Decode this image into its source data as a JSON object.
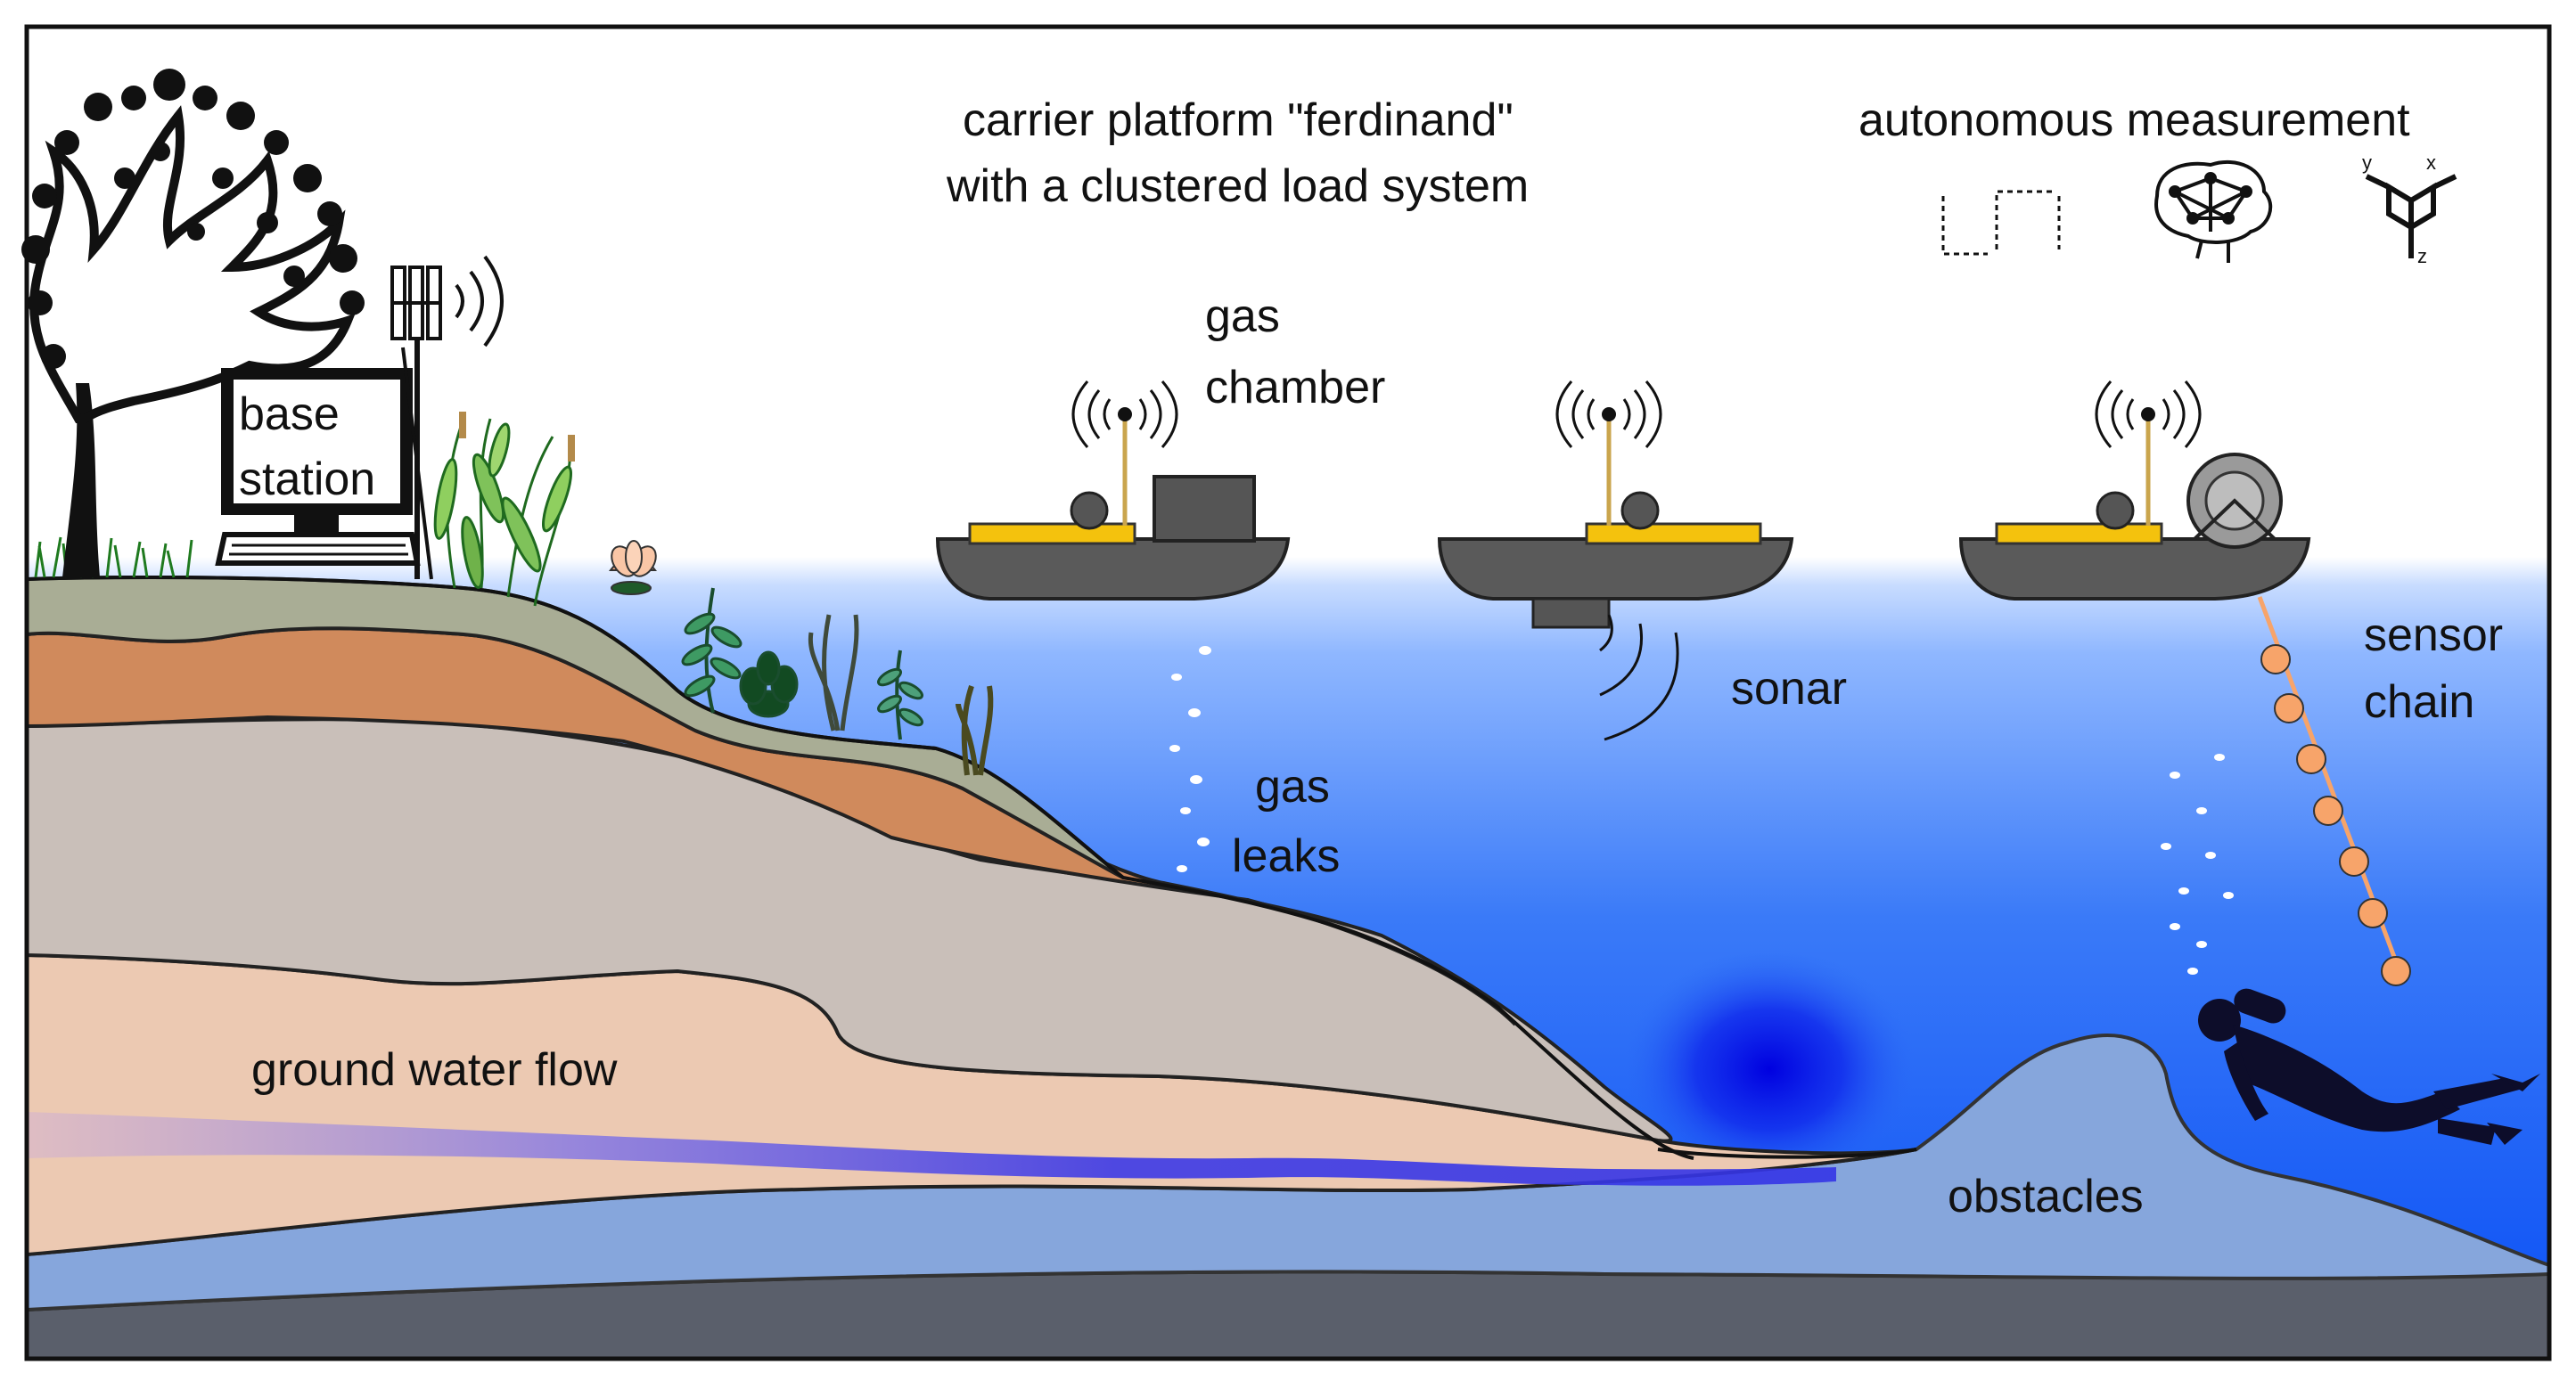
{
  "labels": {
    "carrier_line1": "carrier platform \"ferdinand\"",
    "carrier_line2": "with a clustered load system",
    "autonomous": "autonomous measurement",
    "base_line1": "base",
    "base_line2": "station",
    "gas_chamber_line1": "gas",
    "gas_chamber_line2": "chamber",
    "sonar": "sonar",
    "gas_leaks_line1": "gas",
    "gas_leaks_line2": "leaks",
    "sensor_chain_line1": "sensor",
    "sensor_chain_line2": "chain",
    "ground_water": "ground water flow",
    "obstacles": "obstacles",
    "axis_x": "x",
    "axis_y": "y",
    "axis_z": "z"
  },
  "colors": {
    "water_top": "#c8dcff",
    "water_mid": "#5d97fb",
    "water_deep": "#0a52f5",
    "boat_hull": "#5a5a5a",
    "boat_deck": "#f4c20d",
    "soil_grass": "#a9ad95",
    "soil_orange": "#d08a5c",
    "soil_gray": "#c9bfb9",
    "soil_sand": "#ecc9b2",
    "aquifer": "#86a6dc",
    "bedrock": "#5a5f6b",
    "groundwater": "#3a3ae8",
    "sensor_bead": "#f7a46a"
  },
  "icons": {
    "base_station": "computer-monitor-icon",
    "antenna": "cell-tower-icon",
    "signal": "radio-waves-icon",
    "path": "path-pattern-icon",
    "network": "neural-network-icon",
    "axes": "xyz-axes-icon",
    "diver": "scuba-diver-icon",
    "tree": "tree-icon",
    "flower": "water-lily-icon"
  }
}
